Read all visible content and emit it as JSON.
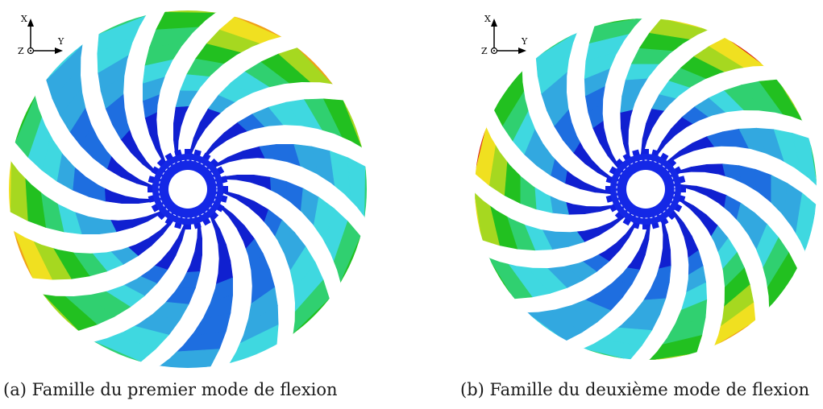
{
  "figures": [
    {
      "id": "a",
      "caption": "(a) Famille du premier mode de flexion",
      "axes": {
        "vertical": "X",
        "horizontal": "Y",
        "out_of_plane": "Z"
      },
      "blade_count": 16,
      "colormap": [
        "#1020d0",
        "#1e6ee0",
        "#32a8e0",
        "#3fd8e0",
        "#30d070",
        "#22c020",
        "#a6d820",
        "#f0e020",
        "#f0a018",
        "#d82010"
      ]
    },
    {
      "id": "b",
      "caption": "(b) Famille du deuxième mode de flexion",
      "axes": {
        "vertical": "X",
        "horizontal": "Y",
        "out_of_plane": "Z"
      },
      "blade_count": 16,
      "colormap": [
        "#1020d0",
        "#1e6ee0",
        "#32a8e0",
        "#3fd8e0",
        "#30d070",
        "#22c020",
        "#a6d820",
        "#f0e020",
        "#f0a018",
        "#d82010"
      ]
    }
  ]
}
